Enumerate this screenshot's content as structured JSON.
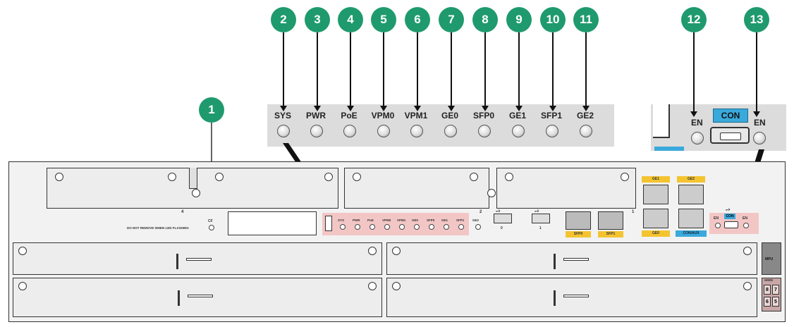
{
  "callouts": [
    "1",
    "2",
    "3",
    "4",
    "5",
    "6",
    "7",
    "8",
    "9",
    "10",
    "11",
    "12",
    "13"
  ],
  "zoom_leds": [
    "SYS",
    "PWR",
    "PoE",
    "VPM0",
    "VPM1",
    "GE0",
    "SFP0",
    "GE1",
    "SFP1",
    "GE2"
  ],
  "console_zoom": {
    "en_left": "EN",
    "con": "CON",
    "en_right": "EN"
  },
  "chassis": {
    "slot_label_4": "4",
    "slot_label_2": "2",
    "slot_label_1": "1",
    "cf_label": "CF",
    "cf_warning": "DO NOT REMOVE WHEN LED FLASHING",
    "leds": [
      "SYS",
      "PWR",
      "PoE",
      "VPM0",
      "VPM1",
      "GE0",
      "SFP0",
      "GE1",
      "SFP1",
      "GE2"
    ],
    "usb0": "0",
    "usb1": "1",
    "sfp0": "SFP0",
    "sfp1": "SFP1",
    "ge1": "GE1",
    "ge2": "GE2",
    "ge0": "GE0",
    "con_aux": "CON/AUX",
    "en": "EN",
    "con": "CON",
    "mpu": "MPU",
    "hmim": "HMIM",
    "slot_nums": [
      "8",
      "7",
      "6",
      "5"
    ]
  }
}
